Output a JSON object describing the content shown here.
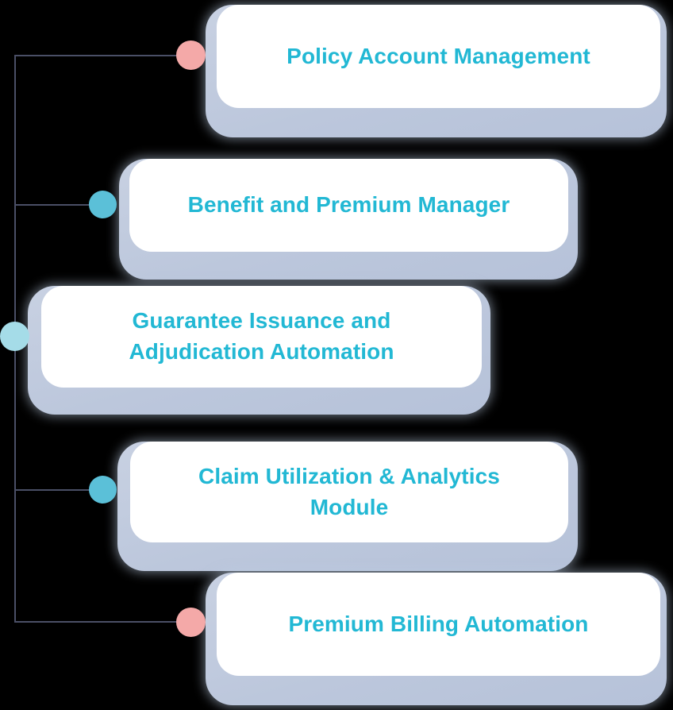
{
  "diagram": {
    "type": "bracket-list",
    "background_color": "#000000",
    "connector_color": "#4a4f66",
    "card_face_color": "#ffffff",
    "card_backdrop_color": "#bcc7dc",
    "label_color": "#22b8d4",
    "nodes": [
      {
        "id": "policy-account-management",
        "label": "Policy Account Management",
        "dot_color": "#f4a9a8",
        "dot_name": "pink"
      },
      {
        "id": "benefit-and-premium-manager",
        "label": "Benefit and Premium Manager",
        "dot_color": "#5bc0d8",
        "dot_name": "teal"
      },
      {
        "id": "guarantee-issuance-and-adjudication-automation",
        "label": "Guarantee Issuance and\nAdjudication Automation",
        "dot_color": "#a5dce8",
        "dot_name": "light-teal"
      },
      {
        "id": "claim-utilization-and-analytics-module",
        "label": "Claim Utilization & Analytics\nModule",
        "dot_color": "#5bc0d8",
        "dot_name": "teal"
      },
      {
        "id": "premium-billing-automation",
        "label": "Premium Billing Automation",
        "dot_color": "#f4a9a8",
        "dot_name": "pink"
      }
    ]
  }
}
